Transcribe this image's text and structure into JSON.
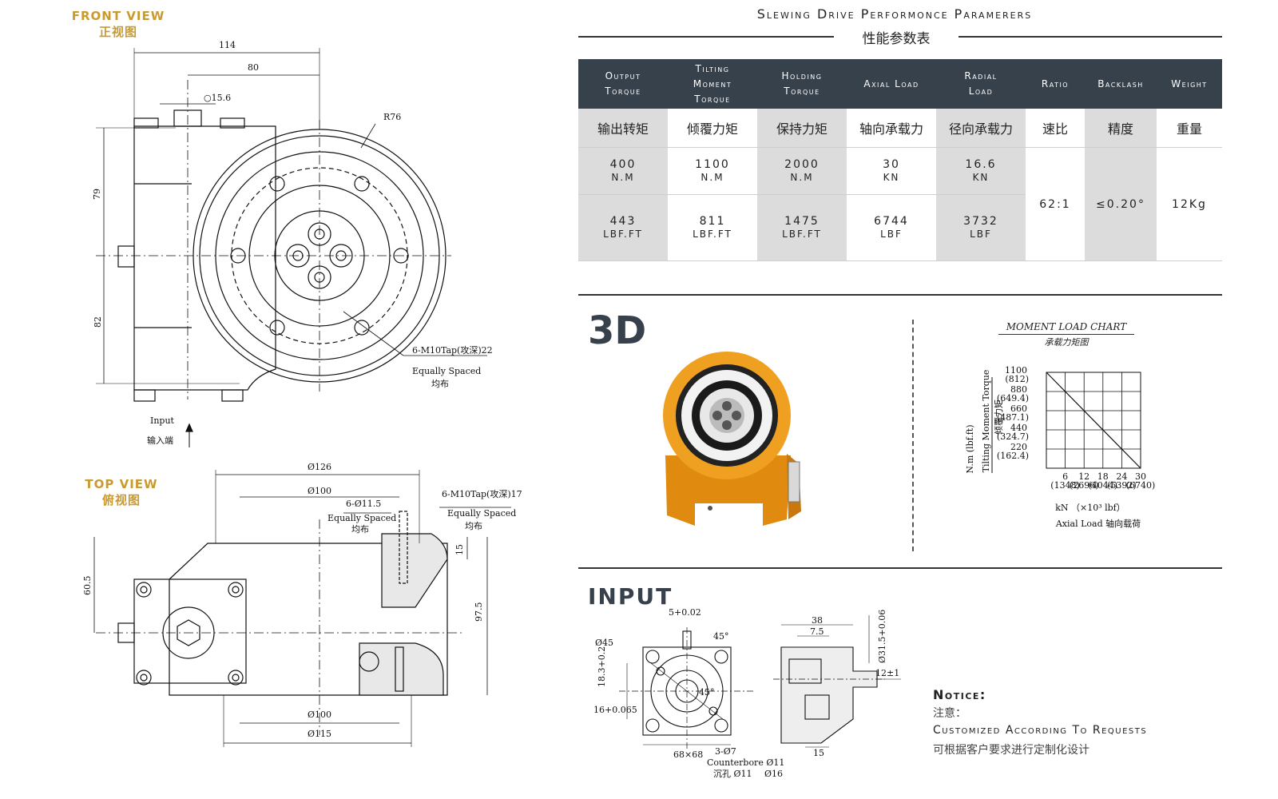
{
  "front_view": {
    "title_en": "FRONT VIEW",
    "title_cn": "正视图",
    "dims": {
      "d114": "114",
      "d80": "80",
      "d15_6": "○15.6",
      "r76": "R76",
      "d79": "79",
      "d82": "82",
      "tap": "6-M10Tap(攻深)22",
      "equally": "Equally Spaced",
      "junbu": "均布",
      "input": "Input",
      "input_cn": "输入端"
    }
  },
  "top_view": {
    "title_en": "TOP VIEW",
    "title_cn": "俯视图",
    "dims": {
      "d126": "Ø126",
      "d100a": "Ø100",
      "hole": "6-Ø11.5",
      "equally": "Equally Spaced",
      "junbu": "均布",
      "tap": "6-M10Tap(攻深)17",
      "equally2": "Equally Spaced",
      "junbu2": "均布",
      "d15": "15",
      "d60_5": "60.5",
      "d97_5": "97.5",
      "d100b": "Ø100",
      "d115": "Ø115"
    }
  },
  "performance": {
    "title_en": "Slewing Drive Performonce Paramerers",
    "title_cn": "性能参数表",
    "headers_en": [
      [
        "Output",
        "Torque"
      ],
      [
        "Tilting",
        "Moment",
        "Torque"
      ],
      [
        "Holding",
        "Torque"
      ],
      [
        "Axial Load"
      ],
      [
        "Radial",
        "Load"
      ],
      [
        "Ratio"
      ],
      [
        "Backlash"
      ],
      [
        "Weight"
      ]
    ],
    "headers_cn": [
      "输出转矩",
      "倾覆力矩",
      "保持力矩",
      "轴向承载力",
      "径向承载力",
      "速比",
      "精度",
      "重量"
    ],
    "metric_row": [
      {
        "v": "400",
        "u": "N.M"
      },
      {
        "v": "1100",
        "u": "N.M"
      },
      {
        "v": "2000",
        "u": "N.M"
      },
      {
        "v": "30",
        "u": "KN"
      },
      {
        "v": "16.6",
        "u": "KN"
      }
    ],
    "imperial_row": [
      {
        "v": "443",
        "u": "LBF.FT"
      },
      {
        "v": "811",
        "u": "LBF.FT"
      },
      {
        "v": "1475",
        "u": "LBF.FT"
      },
      {
        "v": "6744",
        "u": "LBF"
      },
      {
        "v": "3732",
        "u": "LBF"
      }
    ],
    "ratio": "62:1",
    "backlash": "≤0.20°",
    "weight": "12Kg"
  },
  "section_3d": {
    "title": "3D"
  },
  "moment_chart": {
    "title_en": "MOMENT LOAD CHART",
    "title_cn": "承载力矩图",
    "ylabel_1": "N.m  (lbf.ft)",
    "ylabel_2": "Tilting Moment Torque",
    "ylabel_3": "倾覆力矩",
    "xunit": "kN  （×10³ lbf）",
    "xlabel": "Axial Load  轴向载荷"
  },
  "chart_data": {
    "type": "line",
    "title": "MOMENT LOAD CHART",
    "xlabel": "Axial Load 轴向载荷",
    "ylabel": "Tilting Moment Torque 倾覆力矩",
    "x_ticks": [
      "6",
      "12",
      "18",
      "24",
      "30"
    ],
    "x_ticks_sub": [
      "(1348)",
      "(2696)",
      "(4044)",
      "(5392)",
      "(6740)"
    ],
    "y_ticks": [
      "1100",
      "880",
      "660",
      "440",
      "220"
    ],
    "y_ticks_sub": [
      "(812)",
      "(649.4)",
      "(487.1)",
      "(324.7)",
      "(162.4)"
    ],
    "xlim": [
      0,
      30
    ],
    "ylim": [
      0,
      1100
    ],
    "series": [
      {
        "x": [
          0,
          30
        ],
        "y": [
          1100,
          0
        ]
      }
    ],
    "grid": true
  },
  "input_section": {
    "title": "INPUT",
    "dims": {
      "d45": "Ø45",
      "d5": "5+0.02",
      "d45deg": "45°",
      "d45deg2": "45°",
      "d18": "18.3+0.2",
      "d16": "16+0.065",
      "d68": "68×68",
      "d3": "3-Ø7",
      "cb": "Counterbore Ø11",
      "cb_cn": "沉孔 Ø11",
      "d16b": "Ø16",
      "d38": "38",
      "d7_5": "7.5",
      "d31_5": "Ø31.5+0.06",
      "d12": "12±1",
      "d15": "15"
    }
  },
  "notice": {
    "title": "Notice:",
    "title_cn": "注意：",
    "text_en": "Customized According To Requests",
    "text_cn": "可根据客户要求进行定制化设计"
  },
  "colors": {
    "header_bg": "#37414c",
    "accent": "#c99a2e",
    "shade": "#dcdcdc",
    "orange": "#f0a020"
  }
}
